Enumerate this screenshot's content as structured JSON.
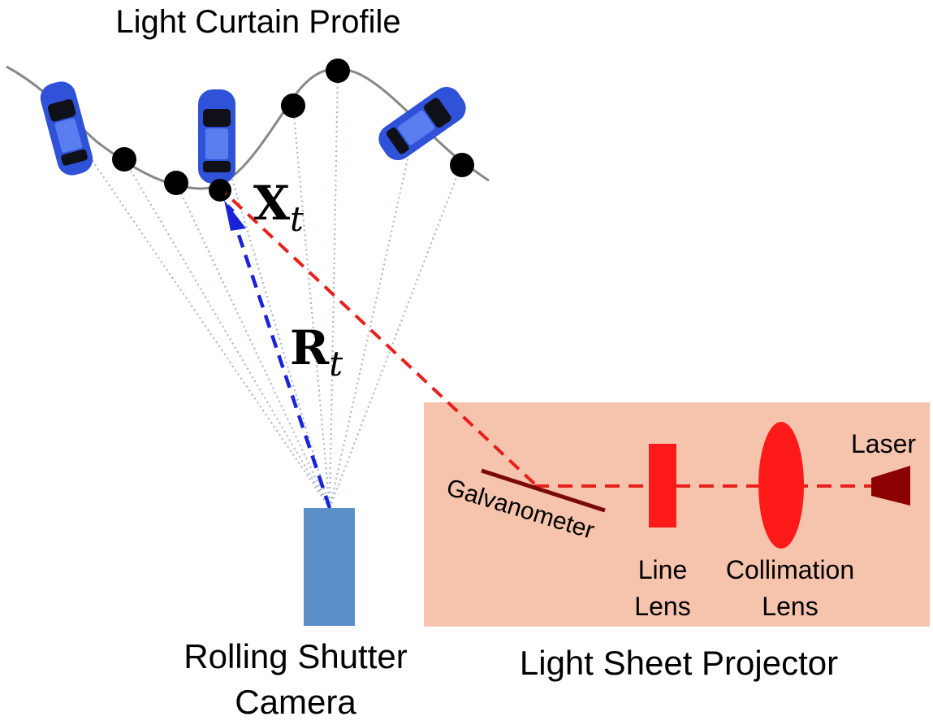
{
  "labels": {
    "title": "Light Curtain Profile",
    "x_symbol": "X",
    "r_symbol": "R",
    "subscript": "t",
    "camera_line1": "Rolling Shutter",
    "camera_line2": "Camera",
    "projector": "Light Sheet Projector",
    "laser": "Laser",
    "galvanometer": "Galvanometer",
    "line_lens_line1": "Line",
    "line_lens_line2": "Lens",
    "collimation_line1": "Collimation",
    "collimation_line2": "Lens"
  },
  "colors": {
    "projector_box": "#f6c3ac",
    "camera_body": "#5b8fca",
    "lens_red": "#ff1a1a",
    "laser_body": "#8b0000",
    "galvanometer": "#7a0a0a",
    "beam_red": "#e8201c",
    "camera_ray_blue": "#1a23d8",
    "car_blue": "#2f52d8",
    "curve": "#888888"
  }
}
